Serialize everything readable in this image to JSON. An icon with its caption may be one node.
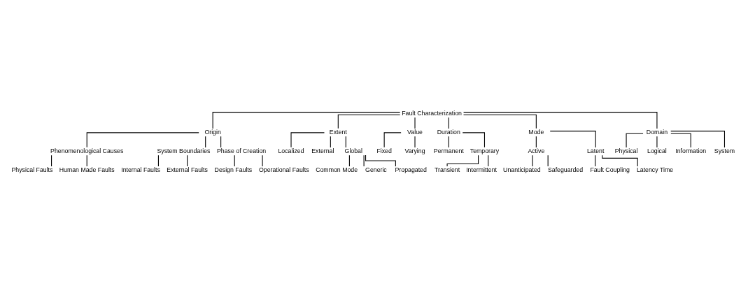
{
  "diagram": {
    "nodes": [
      {
        "text": [
          "Fault Characterization"
        ]
      },
      {
        "text": [
          "Origin"
        ]
      },
      {
        "text": [
          "Phenomenological Causes"
        ]
      },
      {
        "text": [
          "Physical Faults"
        ]
      },
      {
        "text": [
          "Human Made Faults"
        ]
      },
      {
        "text": [
          "System Boundaries"
        ]
      },
      {
        "text": [
          "Internal Faults"
        ]
      },
      {
        "text": [
          "External Faults"
        ]
      },
      {
        "text": [
          "Phase of Creation"
        ]
      },
      {
        "text": [
          "Design Faults"
        ]
      },
      {
        "text": [
          "Operational Faults"
        ]
      },
      {
        "text": [
          "Extent"
        ]
      },
      {
        "text": [
          "Localized"
        ]
      },
      {
        "text": [
          "External"
        ]
      },
      {
        "text": [
          "Global"
        ]
      },
      {
        "text": [
          "Common Mode"
        ]
      },
      {
        "text": [
          "Generic"
        ]
      },
      {
        "text": [
          "Propagated"
        ]
      },
      {
        "text": [
          "Value"
        ]
      },
      {
        "text": [
          "Fixed"
        ]
      },
      {
        "text": [
          "Varying"
        ]
      },
      {
        "text": [
          "Duration"
        ]
      },
      {
        "text": [
          "Permanent"
        ]
      },
      {
        "text": [
          "Temporary"
        ]
      },
      {
        "text": [
          "Transient"
        ]
      },
      {
        "text": [
          "Intermittent"
        ]
      },
      {
        "text": [
          "Mode"
        ]
      },
      {
        "text": [
          "Active"
        ]
      },
      {
        "text": [
          "Unanticipated"
        ]
      },
      {
        "text": [
          "Safeguarded"
        ]
      },
      {
        "text": [
          "Latent"
        ]
      },
      {
        "text": [
          "Fault Coupling"
        ]
      },
      {
        "text": [
          "Latency Time"
        ]
      },
      {
        "text": [
          "Domain"
        ]
      },
      {
        "text": [
          "Physical"
        ]
      },
      {
        "text": [
          "Logical"
        ]
      },
      {
        "text": [
          "Information"
        ]
      },
      {
        "text": [
          "System"
        ]
      }
    ],
    "edges": [
      {
        "from": 0,
        "to": 1,
        "arrow": "none"
      },
      {
        "from": 0,
        "to": 11,
        "arrow": "none"
      },
      {
        "from": 0,
        "to": 18,
        "arrow": "none"
      },
      {
        "from": 0,
        "to": 21,
        "arrow": "none"
      },
      {
        "from": 0,
        "to": 26,
        "arrow": "none"
      },
      {
        "from": 0,
        "to": 33,
        "arrow": "none"
      },
      {
        "from": 1,
        "to": 2,
        "arrow": "none"
      },
      {
        "from": 2,
        "to": 3,
        "arrow": "none"
      },
      {
        "from": 2,
        "to": 4,
        "arrow": "none"
      },
      {
        "from": 1,
        "to": 5,
        "arrow": "none"
      },
      {
        "from": 5,
        "to": 6,
        "arrow": "none"
      },
      {
        "from": 5,
        "to": 7,
        "arrow": "none"
      },
      {
        "from": 1,
        "to": 8,
        "arrow": "none"
      },
      {
        "from": 8,
        "to": 9,
        "arrow": "none"
      },
      {
        "from": 8,
        "to": 10,
        "arrow": "none"
      },
      {
        "from": 11,
        "to": 12,
        "arrow": "none"
      },
      {
        "from": 11,
        "to": 13,
        "arrow": "none"
      },
      {
        "from": 11,
        "to": 14,
        "arrow": "none"
      },
      {
        "from": 14,
        "to": 15,
        "arrow": "none"
      },
      {
        "from": 14,
        "to": 16,
        "arrow": "none"
      },
      {
        "from": 14,
        "to": 17,
        "arrow": "none"
      },
      {
        "from": 18,
        "to": 19,
        "arrow": "none"
      },
      {
        "from": 18,
        "to": 20,
        "arrow": "none"
      },
      {
        "from": 21,
        "to": 22,
        "arrow": "none"
      },
      {
        "from": 21,
        "to": 23,
        "arrow": "none"
      },
      {
        "from": 23,
        "to": 24,
        "arrow": "none"
      },
      {
        "from": 23,
        "to": 25,
        "arrow": "none"
      },
      {
        "from": 26,
        "to": 27,
        "arrow": "none"
      },
      {
        "from": 27,
        "to": 28,
        "arrow": "none"
      },
      {
        "from": 27,
        "to": 29,
        "arrow": "none"
      },
      {
        "from": 26,
        "to": 30,
        "arrow": "none"
      },
      {
        "from": 30,
        "to": 31,
        "arrow": "none"
      },
      {
        "from": 30,
        "to": 32,
        "arrow": "none"
      },
      {
        "from": 33,
        "to": 34,
        "arrow": "none"
      },
      {
        "from": 33,
        "to": 35,
        "arrow": "none"
      },
      {
        "from": 33,
        "to": 36,
        "arrow": "none"
      },
      {
        "from": 33,
        "to": 37,
        "arrow": "none"
      }
    ]
  }
}
